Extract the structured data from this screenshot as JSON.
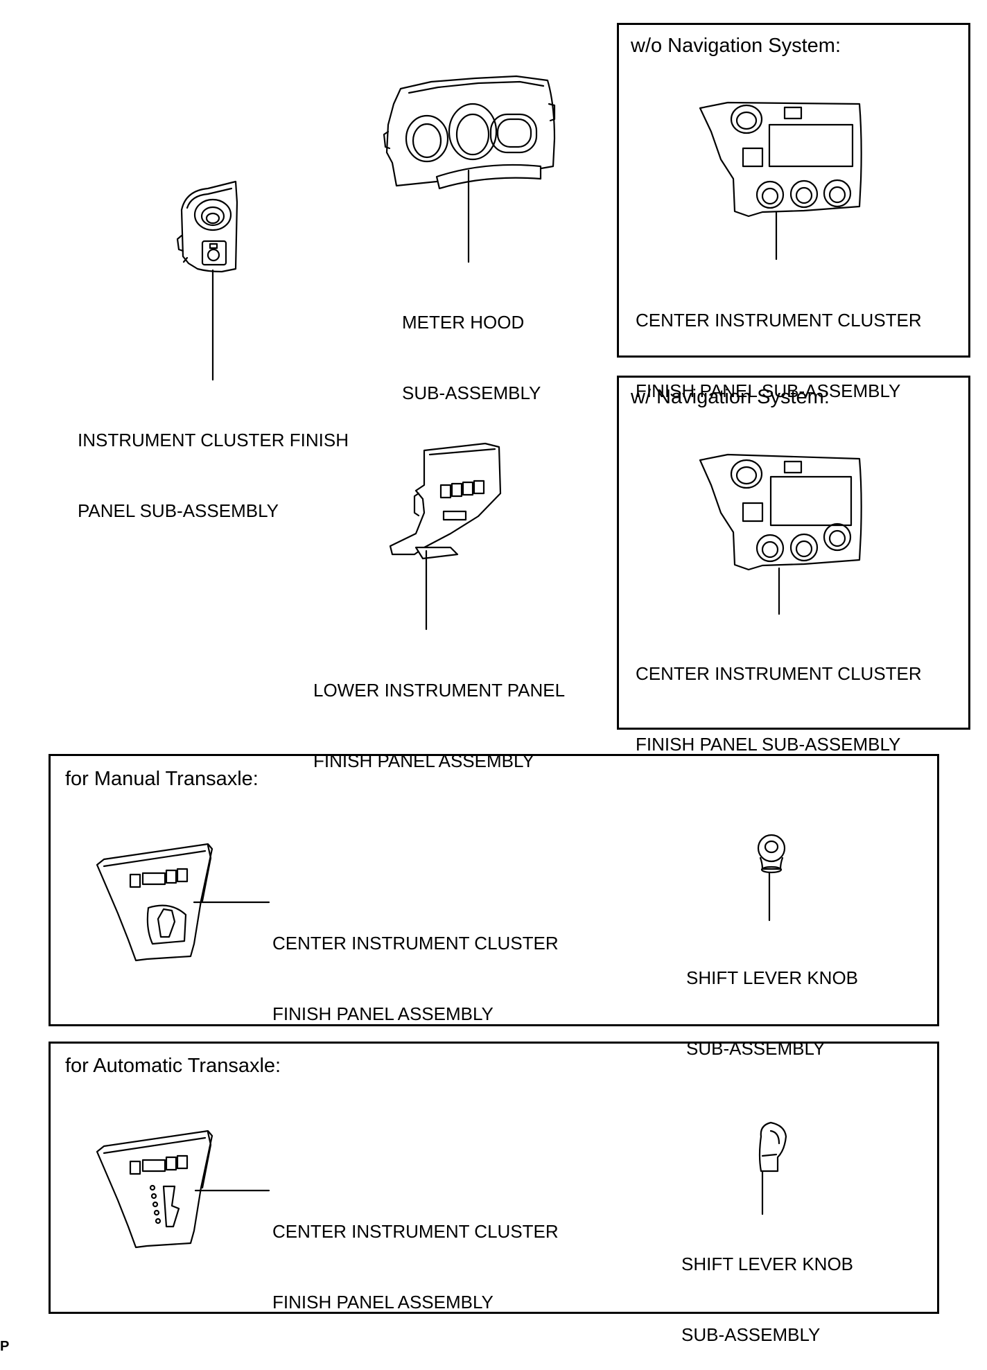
{
  "frames": {
    "wo_nav": {
      "title": "w/o Navigation System:",
      "label": [
        "CENTER INSTRUMENT CLUSTER",
        "FINISH PANEL SUB-ASSEMBLY"
      ]
    },
    "w_nav": {
      "title": "w/ Navigation System:",
      "label": [
        "CENTER INSTRUMENT CLUSTER",
        "FINISH PANEL SUB-ASSEMBLY"
      ]
    },
    "manual": {
      "title": "for Manual Transaxle:",
      "panel_label": [
        "CENTER INSTRUMENT CLUSTER",
        "FINISH PANEL ASSEMBLY"
      ],
      "knob_label": [
        "SHIFT LEVER KNOB",
        "SUB-ASSEMBLY"
      ]
    },
    "automatic": {
      "title": "for Automatic Transaxle:",
      "panel_label": [
        "CENTER INSTRUMENT CLUSTER",
        "FINISH PANEL ASSEMBLY"
      ],
      "knob_label": [
        "SHIFT LEVER KNOB",
        "SUB-ASSEMBLY"
      ]
    }
  },
  "parts": {
    "meter_hood": [
      "METER HOOD",
      "SUB-ASSEMBLY"
    ],
    "cluster_finish": [
      "INSTRUMENT CLUSTER FINISH",
      "PANEL SUB-ASSEMBLY"
    ],
    "lower_panel": [
      "LOWER INSTRUMENT PANEL",
      "FINISH PANEL ASSEMBLY"
    ]
  },
  "footer": "P"
}
